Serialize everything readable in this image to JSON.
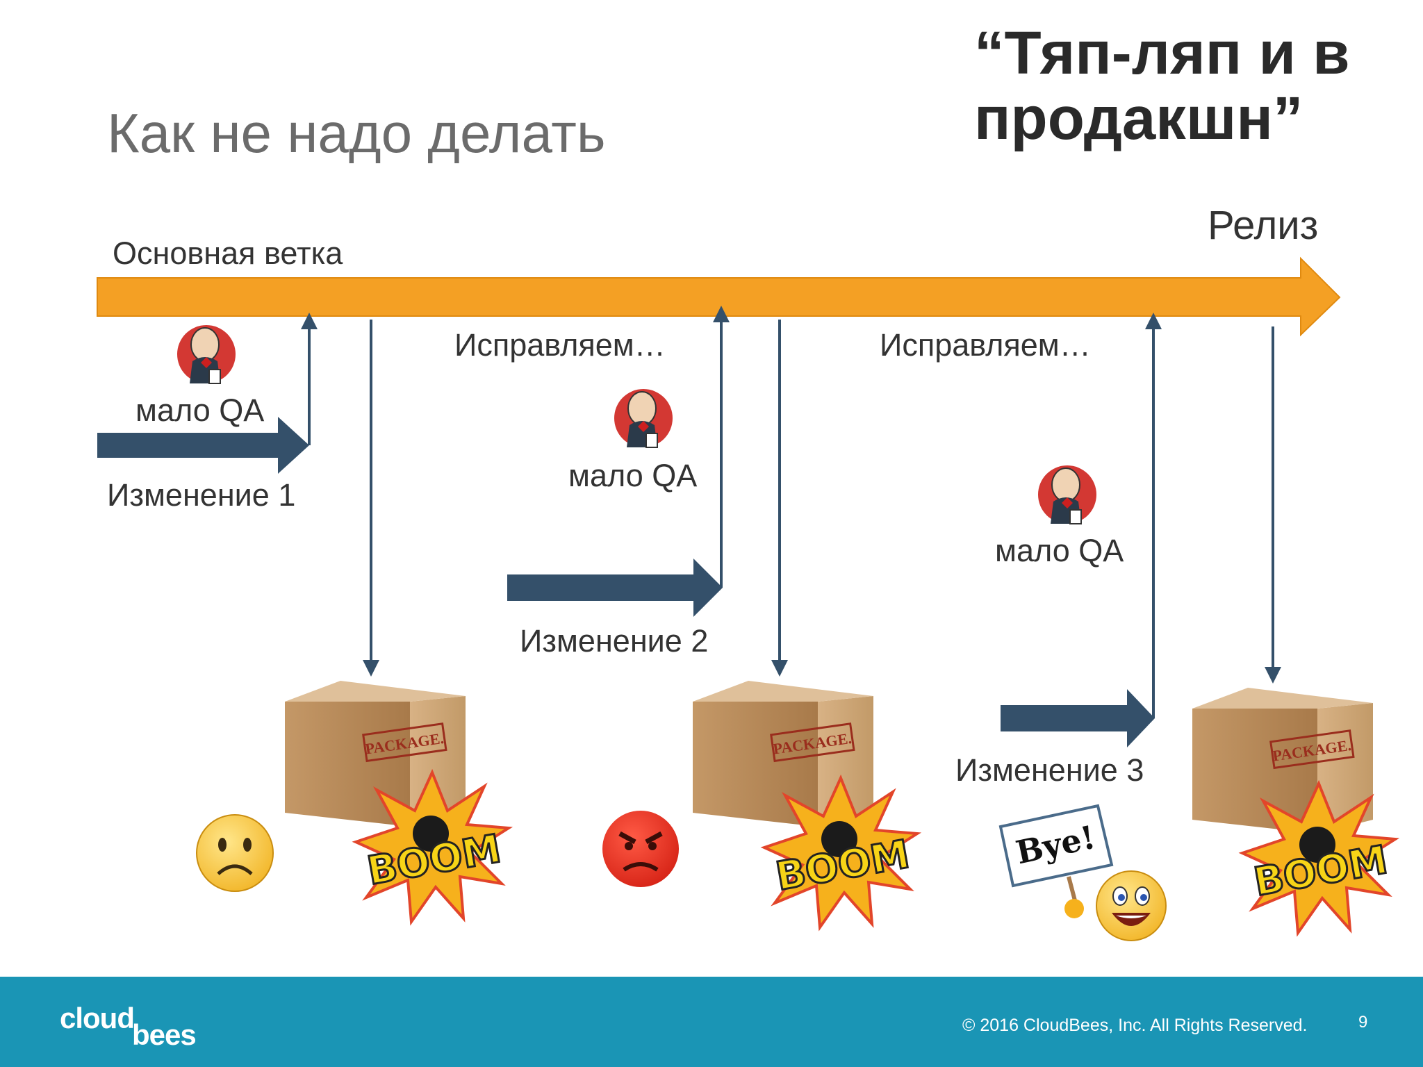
{
  "slide": {
    "title": "Как не надо делать",
    "subtitle": "“Тяп-ляп и в продакшн”",
    "page_number": "9"
  },
  "diagram": {
    "main_branch_label": "Основная ветка",
    "release_label": "Релиз",
    "changes": [
      "Изменение 1",
      "Изменение 2",
      "Изменение 3"
    ],
    "qa_labels": [
      "мало QA",
      "мало QA",
      "мало QA"
    ],
    "fixing_labels": [
      "Исправляем…",
      "Исправляем…"
    ],
    "package_label": "PACKAGE.",
    "boom_text": "BOOM",
    "bye_sign": "Bye!",
    "colors": {
      "main_branch": "#f4a024",
      "change_arrow": "#34506a",
      "footer": "#1a95b5"
    }
  },
  "footer": {
    "logo_cloud": "cloud",
    "logo_bees": "bees",
    "copyright": "© 2016 CloudBees, Inc. All Rights Reserved."
  }
}
